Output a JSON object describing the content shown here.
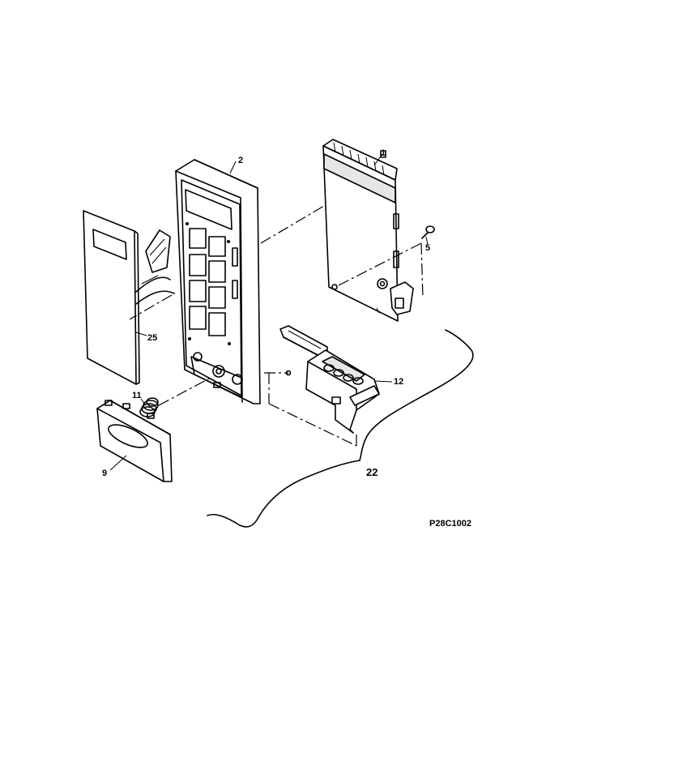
{
  "diagram": {
    "drawing_code": "P28C1002",
    "part_labels": {
      "control_board": "1",
      "control_panel_frame": "2",
      "screw": "5",
      "door_button": "9",
      "spring": "11",
      "latch_assembly": "12",
      "wire_harness": "22",
      "keypad_overlay": "25"
    },
    "line_color": "#000000",
    "background": "#ffffff"
  }
}
